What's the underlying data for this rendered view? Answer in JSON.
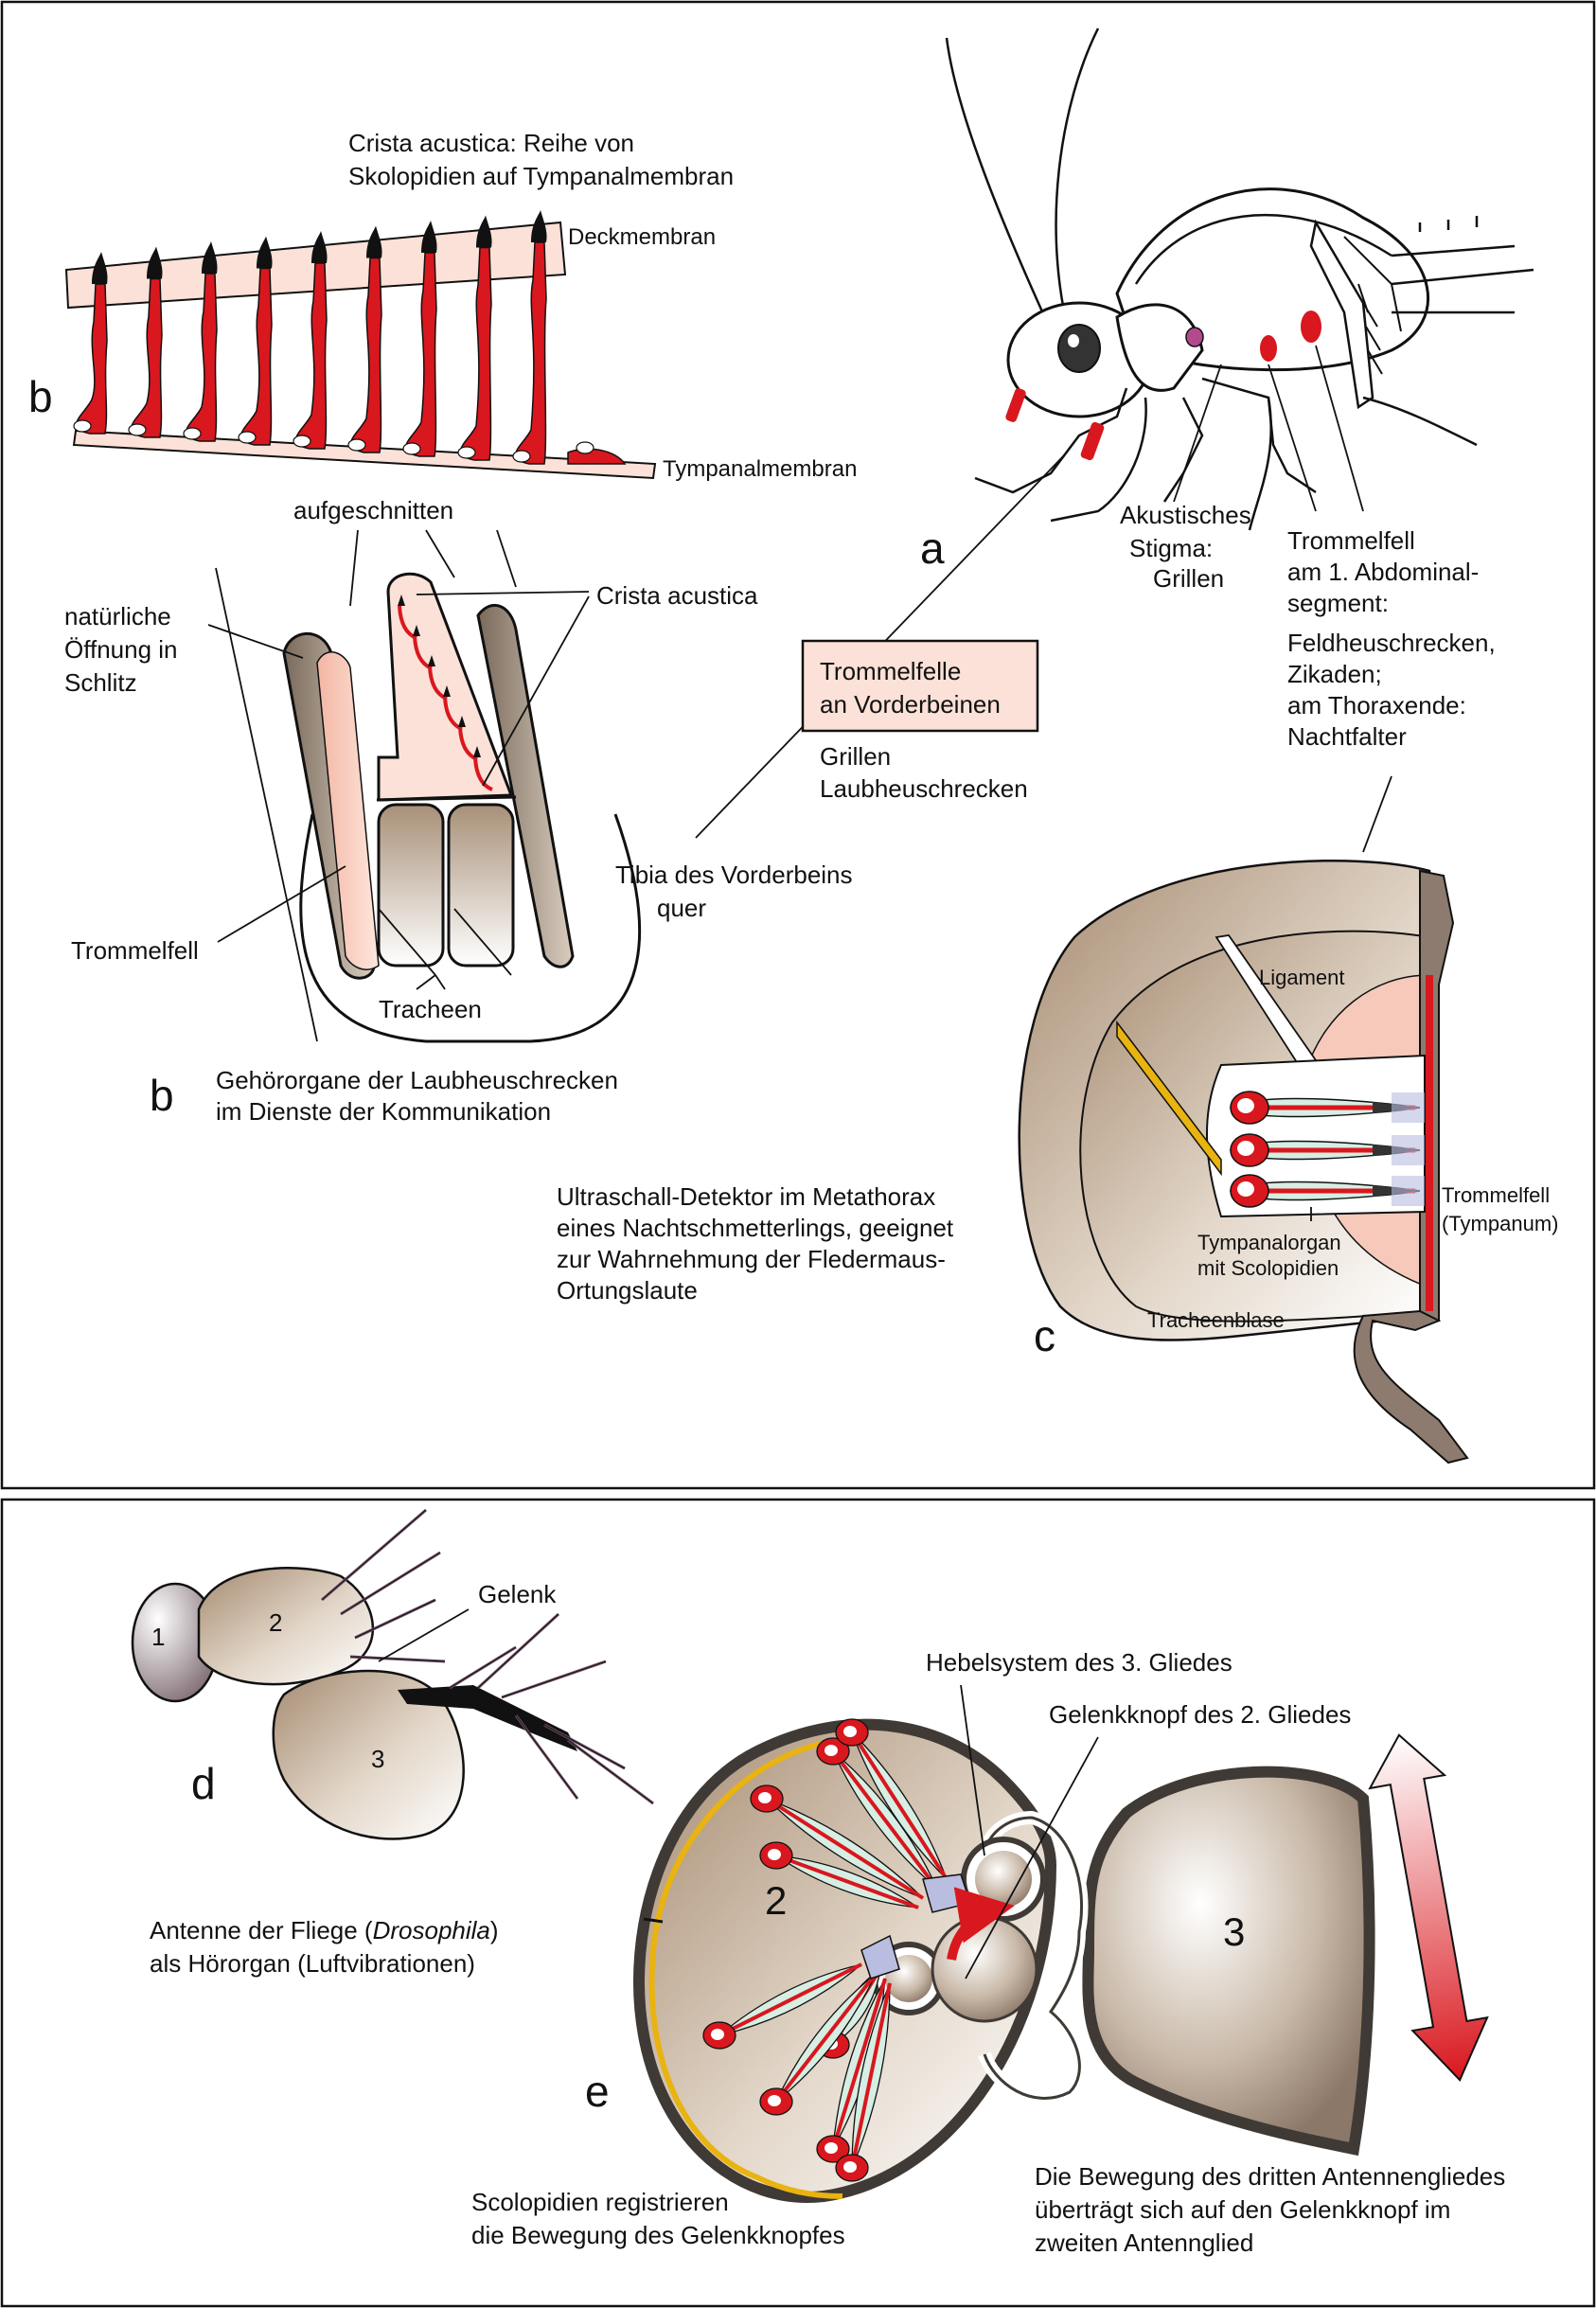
{
  "panels": {
    "top": {
      "letters": {
        "a": "a",
        "b1": "b",
        "b2": "b",
        "c": "c"
      },
      "crista_title": [
        "Crista acustica: Reihe von",
        "Skolopidien auf Tympanalmembran"
      ],
      "deckmembran": "Deckmembran",
      "tympanalmembran": "Tympanalmembran",
      "aufgeschnitten": "aufgeschnitten",
      "crista_acustica": "Crista acustica",
      "natuerliche_oeffnung": [
        "natürliche",
        "Öffnung in",
        "Schlitz"
      ],
      "trommelfell": "Trommelfell",
      "tracheen": "Tracheen",
      "tibia": [
        "Tibia des Vorderbeins",
        "quer"
      ],
      "box_label": [
        "Trommelfelle",
        "an Vorderbeinen"
      ],
      "grillen_laub": [
        "Grillen",
        "Laubheuschrecken"
      ],
      "akustisches": [
        "Akustisches",
        "Stigma:",
        "Grillen"
      ],
      "trommelfell_abdomen": [
        "Trommelfell",
        "am 1. Abdominal-",
        "segment:",
        "Feldheuschrecken,",
        "Zikaden;",
        "am Thoraxende:",
        "Nachtfalter"
      ],
      "gehoerorgane": [
        "Gehörorgane der Laubheuschrecken",
        "im Dienste der Kommunikation"
      ],
      "ultraschall": [
        "Ultraschall-Detektor im Metathorax",
        "eines Nachtschmetterlings, geeignet",
        "zur Wahrnehmung der Fledermaus-",
        "Ortungslaute"
      ],
      "ligament": "Ligament",
      "trommelfell_tympanum": [
        "Trommelfell",
        "(Tympanum)"
      ],
      "tympanalorgan": [
        "Tympanalorgan",
        "mit Scolopidien"
      ],
      "tracheenblase": "Tracheenblase"
    },
    "bottom": {
      "letters": {
        "d": "d",
        "e": "e"
      },
      "segments": {
        "s1": "1",
        "s2": "2",
        "s3": "3",
        "big2": "2",
        "big3": "3"
      },
      "gelenk": "Gelenk",
      "antenne_pre": "Antenne der Fliege (",
      "antenne_species": "Drosophila",
      "antenne_post": ")",
      "antenne_line2": "als Hörorgan (Luftvibrationen)",
      "hebelsystem": "Hebelsystem des 3. Gliedes",
      "gelenkknopf": "Gelenkknopf des 2. Gliedes",
      "scolopidien": [
        "Scolopidien registrieren",
        "die Bewegung des Gelenkknopfes"
      ],
      "bewegung": [
        "Die Bewegung des dritten Antennengliedes",
        "überträgt sich auf den Gelenkknopf im",
        "zweiten Antennglied"
      ]
    }
  },
  "colors": {
    "red": "#d9171e",
    "pink": "#f6c9bb",
    "pale_pink": "#fbe1d7",
    "tan": "#b59a7f",
    "light_tan": "#e8dccd",
    "yellow": "#e9b310",
    "mint": "#d6eee3",
    "lavender": "#b9bde0",
    "dark_outline": "#3f3a35"
  }
}
